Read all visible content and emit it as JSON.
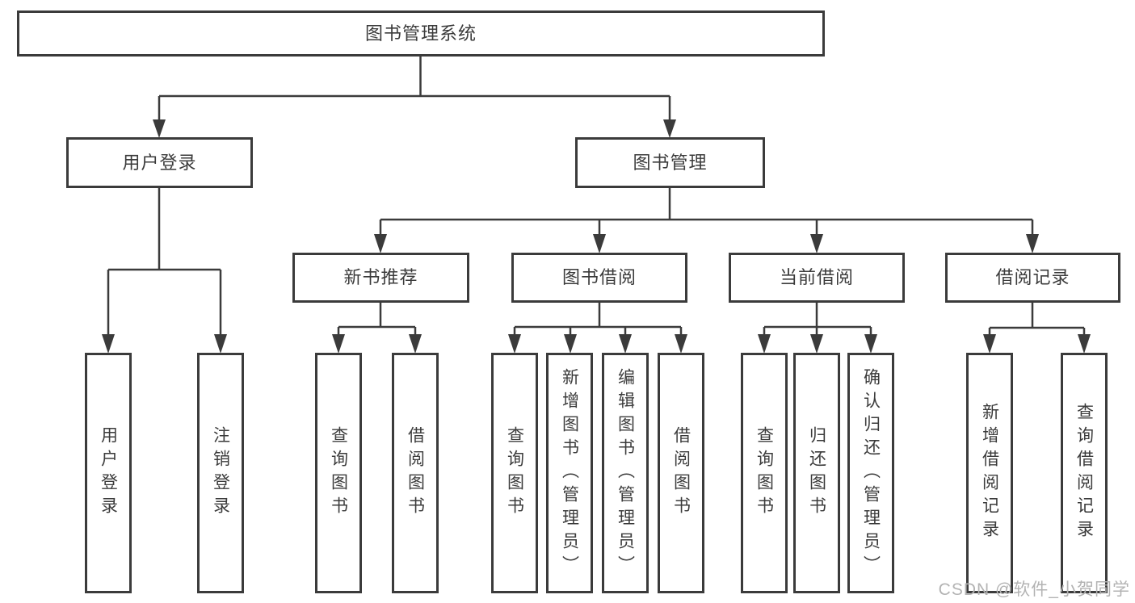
{
  "tree": {
    "label": "图书管理系统",
    "children": [
      {
        "label": "用户登录",
        "children": [
          {
            "label": "用户登录"
          },
          {
            "label": "注销登录"
          }
        ]
      },
      {
        "label": "图书管理",
        "children": [
          {
            "label": "新书推荐",
            "children": [
              {
                "label": "查询图书"
              },
              {
                "label": "借阅图书"
              }
            ]
          },
          {
            "label": "图书借阅",
            "children": [
              {
                "label": "查询图书"
              },
              {
                "label": "新增图书（管理员）"
              },
              {
                "label": "编辑图书（管理员）"
              },
              {
                "label": "借阅图书"
              }
            ]
          },
          {
            "label": "当前借阅",
            "children": [
              {
                "label": "查询图书"
              },
              {
                "label": "归还图书"
              },
              {
                "label": "确认归还（管理员）"
              }
            ]
          },
          {
            "label": "借阅记录",
            "children": [
              {
                "label": "新增借阅记录"
              },
              {
                "label": "查询借阅记录"
              }
            ]
          }
        ]
      }
    ]
  },
  "watermark": "CSDN @软件_小贺同学",
  "colors": {
    "line": "#3b3b3b",
    "text": "#3b3b3b",
    "box_bg": "#ffffff",
    "bg": "#ffffff",
    "watermark": "#b3b3b3"
  }
}
